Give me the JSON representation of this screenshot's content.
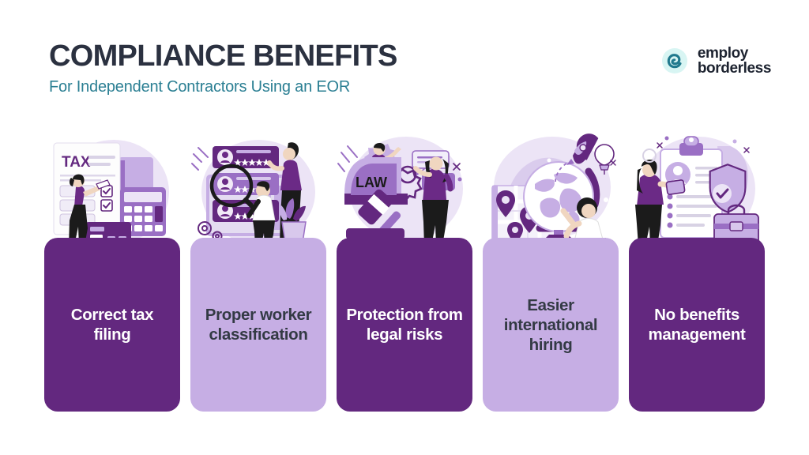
{
  "header": {
    "title": "COMPLIANCE BENEFITS",
    "subtitle": "For Independent Contractors Using an EOR",
    "title_color": "#2b3140",
    "subtitle_color": "#2b7f93"
  },
  "logo": {
    "mark_letter": "e",
    "line1": "employ",
    "line2": "borderless",
    "mark_color": "#2b7f93",
    "mark_bg_color": "#d8f5f3",
    "text_color": "#1d2330"
  },
  "theme": {
    "background": "#ffffff",
    "dark_purple": "#63287f",
    "light_purple": "#c6aee4",
    "mid_purple": "#9a6fc4",
    "deep_accent": "#5b2a86",
    "illustration_blob": "#ece4f6",
    "dark_ink": "#1b1b1b",
    "card_dark_text": "#ffffff",
    "card_light_text": "#333a44"
  },
  "cards": [
    {
      "label": "Correct tax filing",
      "style": "dark",
      "illustration": "tax-filing-illustration",
      "illustration_text": "TAX"
    },
    {
      "label": "Proper worker classification",
      "style": "light",
      "illustration": "worker-classification-illustration",
      "illustration_text": ""
    },
    {
      "label": "Protection from legal risks",
      "style": "dark",
      "illustration": "legal-protection-illustration",
      "illustration_text": "LAW"
    },
    {
      "label": "Easier international hiring",
      "style": "light",
      "illustration": "international-hiring-illustration",
      "illustration_text": ""
    },
    {
      "label": "No benefits management",
      "style": "dark",
      "illustration": "benefits-management-illustration",
      "illustration_text": ""
    }
  ]
}
